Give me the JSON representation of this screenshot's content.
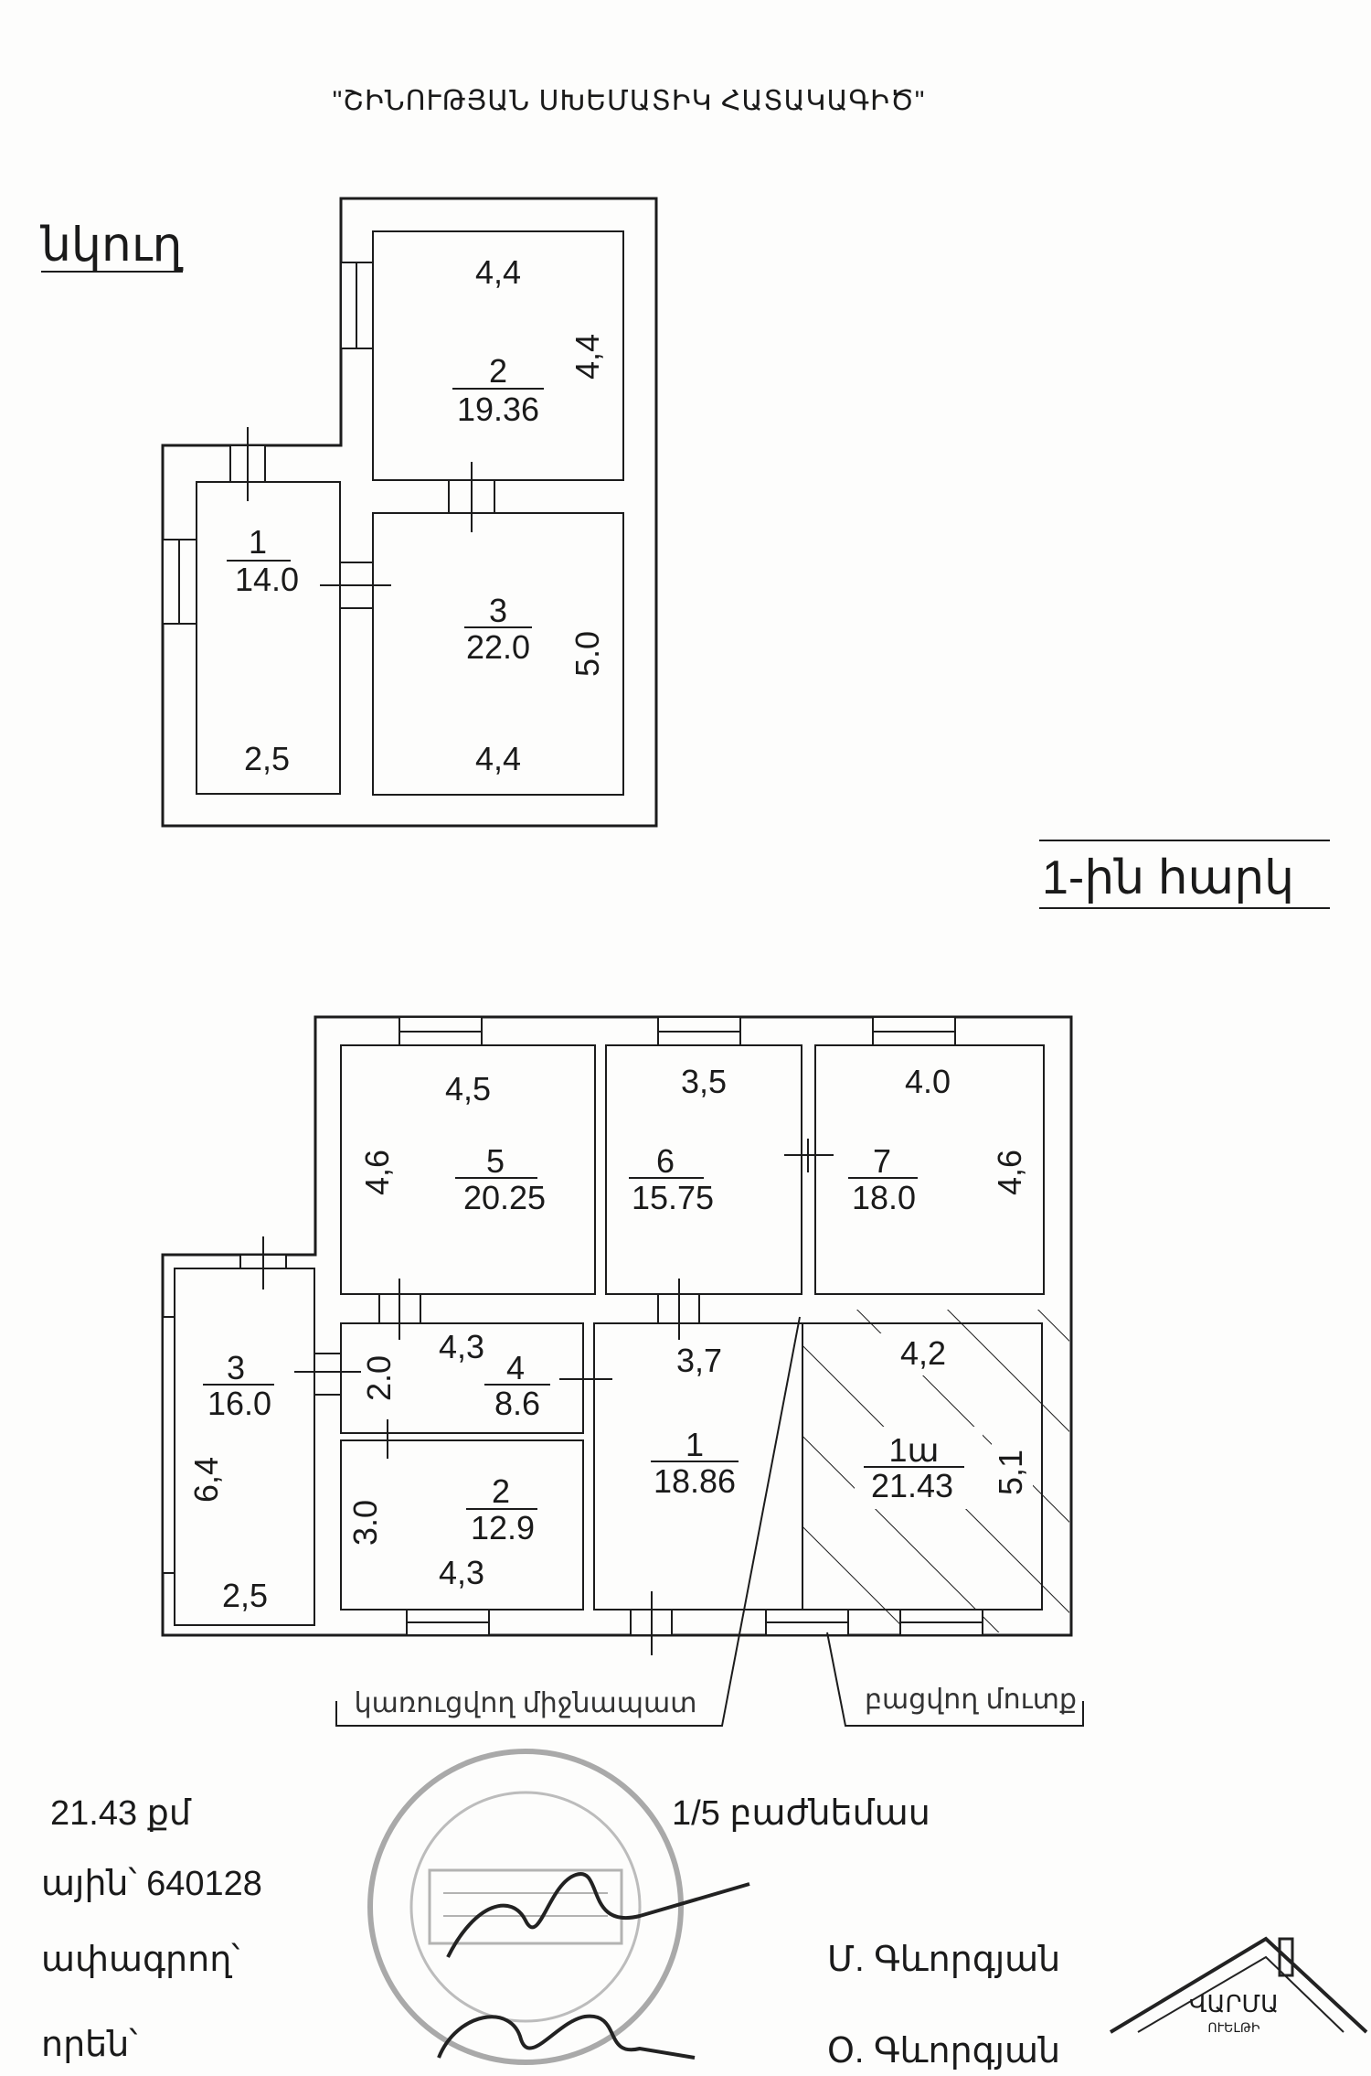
{
  "header": {
    "title": "\"ՇԻՆՈՒԹՅԱՆ ՍԽԵՄԱՏԻԿ ՀԱՏԱԿԱԳԻԾ\""
  },
  "basement": {
    "label": "նկուղ",
    "rooms": [
      {
        "num": "1",
        "area": "14.0"
      },
      {
        "num": "2",
        "area": "19.36"
      },
      {
        "num": "3",
        "area": "22.0"
      }
    ],
    "dims": [
      "4,4",
      "4,4",
      "5.0",
      "4,4",
      "2,5"
    ]
  },
  "floor1": {
    "label": "1-ին հարկ",
    "rooms": [
      {
        "num": "5",
        "area": "20.25"
      },
      {
        "num": "6",
        "area": "15.75"
      },
      {
        "num": "7",
        "area": "18.0"
      },
      {
        "num": "3",
        "area": "16.0"
      },
      {
        "num": "4",
        "area": "8.6"
      },
      {
        "num": "2",
        "area": "12.9"
      },
      {
        "num": "1",
        "area": "18.86"
      },
      {
        "num": "1ա",
        "area": "21.43"
      }
    ],
    "dims": [
      "4,5",
      "4,6",
      "3,5",
      "4.0",
      "4,6",
      "4,3",
      "2.0",
      "3,7",
      "4,2",
      "6,4",
      "3.0",
      "4,3",
      "5,1",
      "2,5"
    ]
  },
  "notes": {
    "partition": "կառուցվող միջնապատ",
    "opening": "բացվող մուտք"
  },
  "footer": {
    "area_text": "21.43 քմ",
    "share_text": "1/5 բաժնեմաս",
    "code_text": "ային՝ 640128",
    "owner1_label": "ափագրող՝",
    "owner1_name": "Մ. Գևորգյան",
    "owner2_label": "որեն՝",
    "owner2_name": "Օ. Գևորգյան",
    "logo_text": "ՎԱՐՄԱ",
    "logo_sub": "ՈՒԵԼԹԻ"
  }
}
